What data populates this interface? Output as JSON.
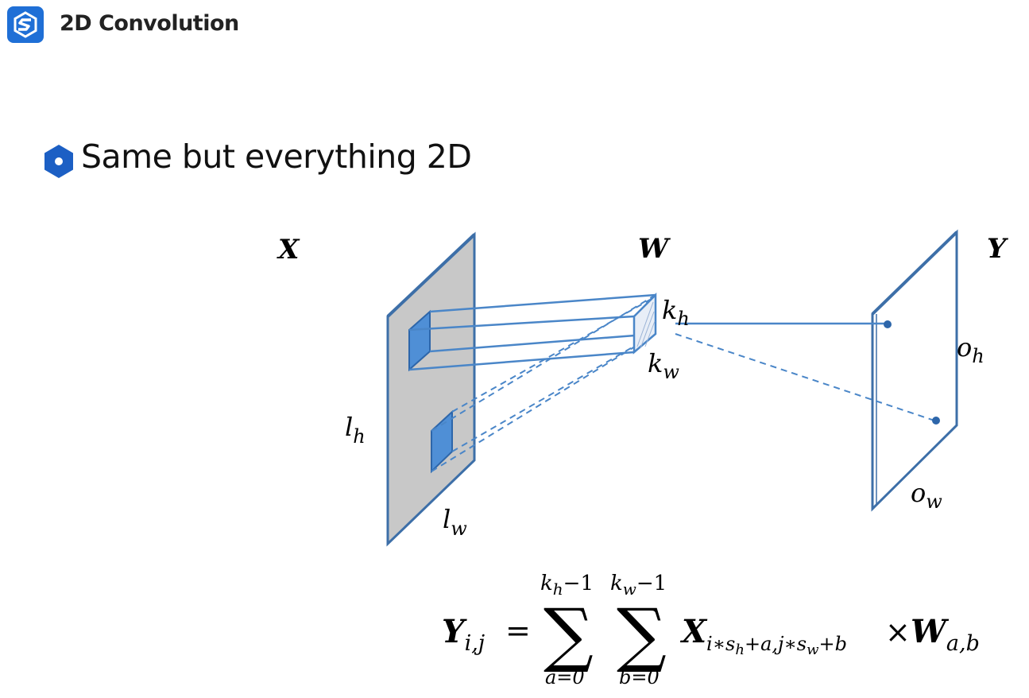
{
  "header": {
    "title": "2D Convolution",
    "logo_icon": "brand-logo-icon",
    "accent": "#1f6fd6"
  },
  "bullet": {
    "icon": "hexagon-bullet-icon",
    "text": "Same but everything 2D"
  },
  "diagram": {
    "labels": {
      "X": "X",
      "W": "W",
      "Y": "Y",
      "l_h": {
        "base": "l",
        "sub": "h"
      },
      "l_w": {
        "base": "l",
        "sub": "w"
      },
      "k_h": {
        "base": "k",
        "sub": "h"
      },
      "k_w": {
        "base": "k",
        "sub": "w"
      },
      "o_h": {
        "base": "o",
        "sub": "h"
      },
      "o_w": {
        "base": "o",
        "sub": "w"
      }
    },
    "colors": {
      "line": "#4a86c8",
      "fill_patch": "#4f8fd6",
      "input_fill": "#c8c8c8",
      "input_edge": "#3d6fa8"
    }
  },
  "formula": {
    "lhs": "Y",
    "lhs_sub": "i,j",
    "equals": "=",
    "sum1_upper": "k",
    "sum1_upper_sub": "h",
    "sum1_upper_tail": "−1",
    "sum1_lower": "a=0",
    "sum2_upper": "k",
    "sum2_upper_sub": "w",
    "sum2_upper_tail": "−1",
    "sum2_lower": "b=0",
    "sigma": "∑",
    "x_term": "X",
    "x_sub_1": "i∗s",
    "x_sub_1_sub": "h",
    "x_sub_2": "+a,j∗s",
    "x_sub_2_sub": "w",
    "x_sub_3": "+b",
    "times": "×",
    "w_term": "W",
    "w_sub": "a,b"
  }
}
